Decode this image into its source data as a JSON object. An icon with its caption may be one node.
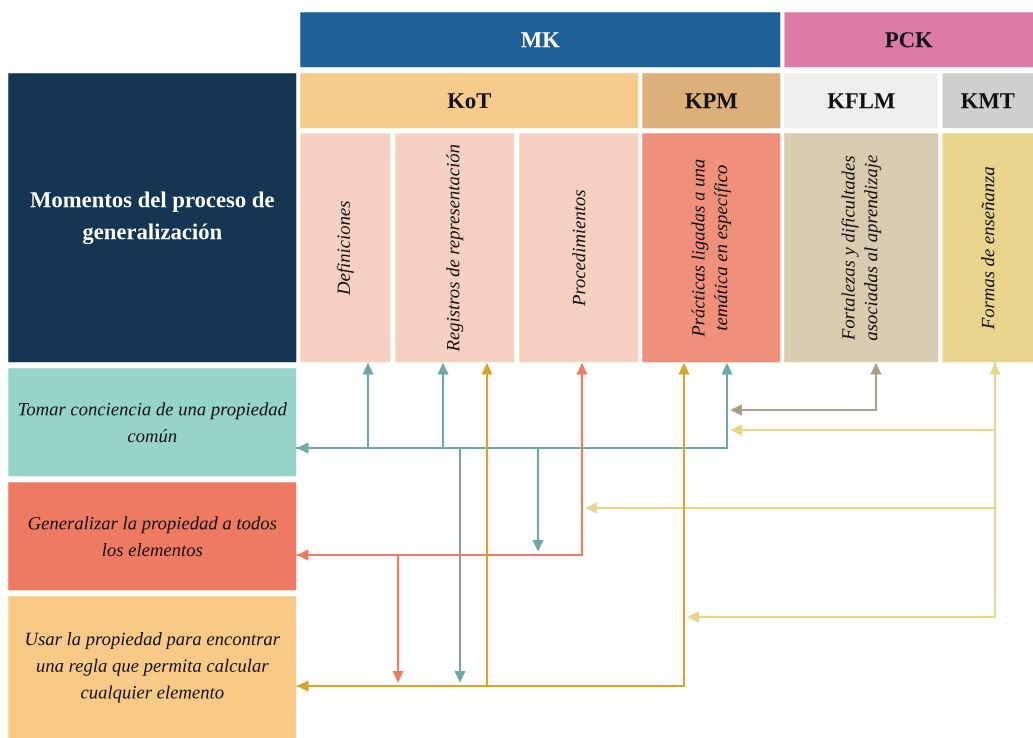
{
  "diagram": {
    "nodes": [
      {
        "text": [
          "MK"
        ]
      },
      {
        "text": [
          "PCK"
        ]
      },
      {
        "text": [
          "Momentos del proceso de generalización"
        ]
      },
      {
        "text": [
          "KoT"
        ]
      },
      {
        "text": [
          "KPM"
        ]
      },
      {
        "text": [
          "KFLM"
        ]
      },
      {
        "text": [
          "KMT"
        ]
      },
      {
        "text": [
          "Definiciones"
        ]
      },
      {
        "text": [
          "Registros de representación"
        ]
      },
      {
        "text": [
          "Procedimientos"
        ]
      },
      {
        "text": [
          "Prácticas ligadas a una temática en específico"
        ]
      },
      {
        "text": [
          "Fortalezas y dificultades asociadas al aprendizaje"
        ]
      },
      {
        "text": [
          "Formas de enseñanza"
        ]
      },
      {
        "text": [
          "Tomar conciencia de una propiedad común"
        ]
      },
      {
        "text": [
          "Generalizar la propiedad a todos los elementos"
        ]
      },
      {
        "text": [
          "Usar la propiedad para encontrar una regla que permita calcular cualquier elemento"
        ]
      }
    ],
    "edges": [
      {
        "from": 13,
        "to": 7,
        "arrow": "to"
      },
      {
        "from": 13,
        "to": 8,
        "arrow": "to"
      },
      {
        "from": 13,
        "to": 10,
        "arrow": "both"
      },
      {
        "from": 13,
        "to": null,
        "arrow": "to"
      },
      {
        "from": 13,
        "to": null,
        "arrow": "to"
      },
      {
        "from": 15,
        "to": 8,
        "arrow": "to",
        "color": "#d4a630"
      },
      {
        "from": 15,
        "to": 10,
        "arrow": "both",
        "color": "#d4a630"
      },
      {
        "from": 14,
        "to": 9,
        "arrow": "both",
        "color": "#ee7b63"
      },
      {
        "from": 14,
        "to": null,
        "arrow": "to",
        "color": "#ee7b63"
      },
      {
        "from": 11,
        "to": null,
        "arrow": "both",
        "color": "#aaa089"
      },
      {
        "from": 12,
        "to": null,
        "arrow": "both",
        "color": "#e9d48d"
      },
      {
        "from": 12,
        "to": null,
        "arrow": "to",
        "color": "#e9d48d"
      },
      {
        "from": 12,
        "to": null,
        "arrow": "to",
        "color": "#e9d48d"
      }
    ]
  }
}
